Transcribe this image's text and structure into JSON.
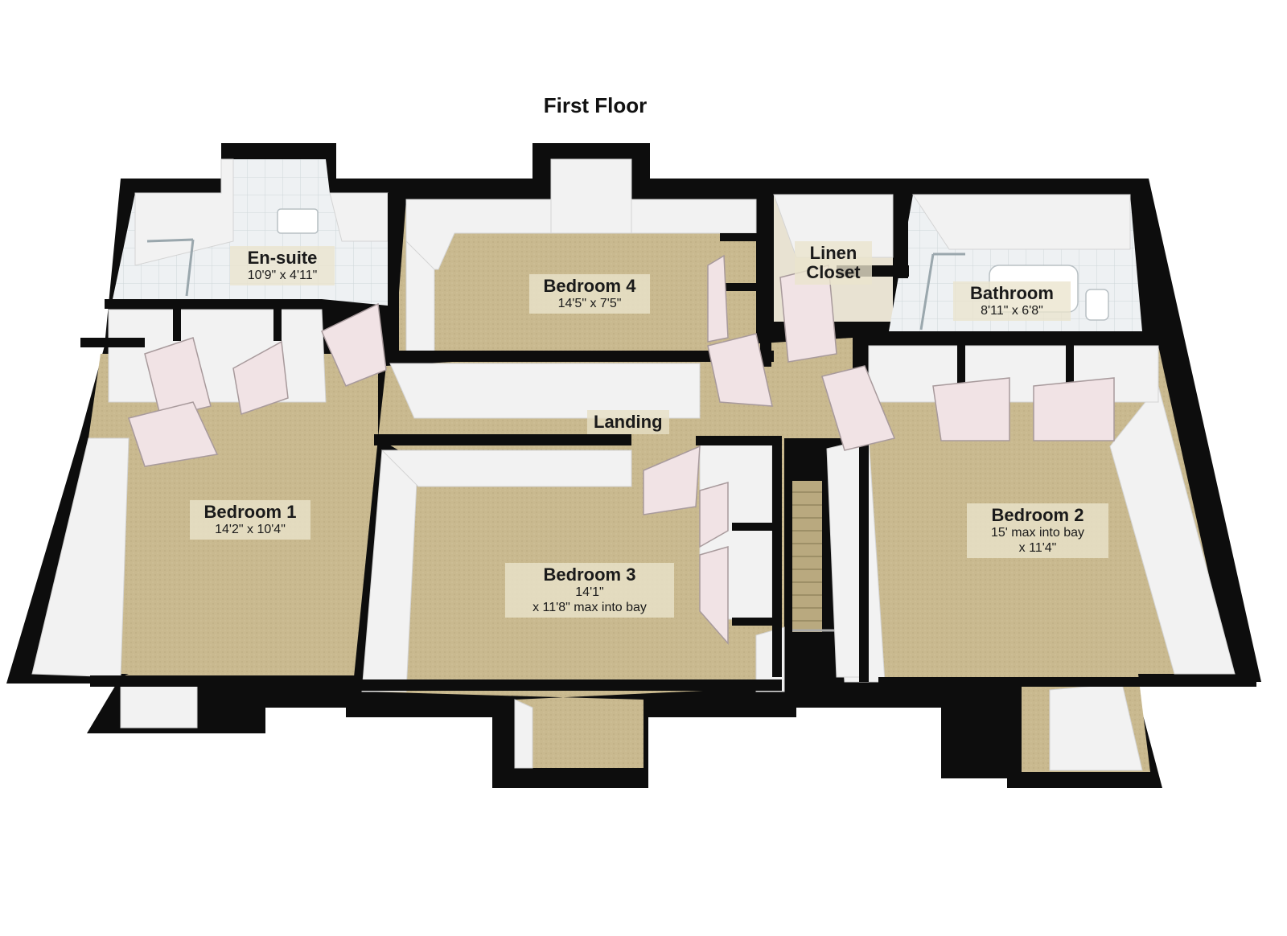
{
  "title": "First Floor",
  "rooms": {
    "ensuite": {
      "name": "En-suite",
      "dim1": "10'9\" x 4'11\""
    },
    "bedroom4": {
      "name": "Bedroom 4",
      "dim1": "14'5\" x 7'5\""
    },
    "linen": {
      "name1": "Linen",
      "name2": "Closet"
    },
    "bathroom": {
      "name": "Bathroom",
      "dim1": "8'11\" x 6'8\""
    },
    "landing": {
      "name": "Landing"
    },
    "bedroom1": {
      "name": "Bedroom 1",
      "dim1": "14'2\" x 10'4\""
    },
    "bedroom3": {
      "name": "Bedroom 3",
      "dim1": "14'1\"",
      "dim2": "x 11'8\" max into bay"
    },
    "bedroom2": {
      "name": "Bedroom 2",
      "dim1": "15' max into bay",
      "dim2": "x 11'4\""
    }
  },
  "colors": {
    "wall": "#0d0d0d",
    "carpet": "#c9b98f",
    "tile": "#e9edf0",
    "inner_wall": "#f3f3f3",
    "door": "#f1e3e5"
  }
}
